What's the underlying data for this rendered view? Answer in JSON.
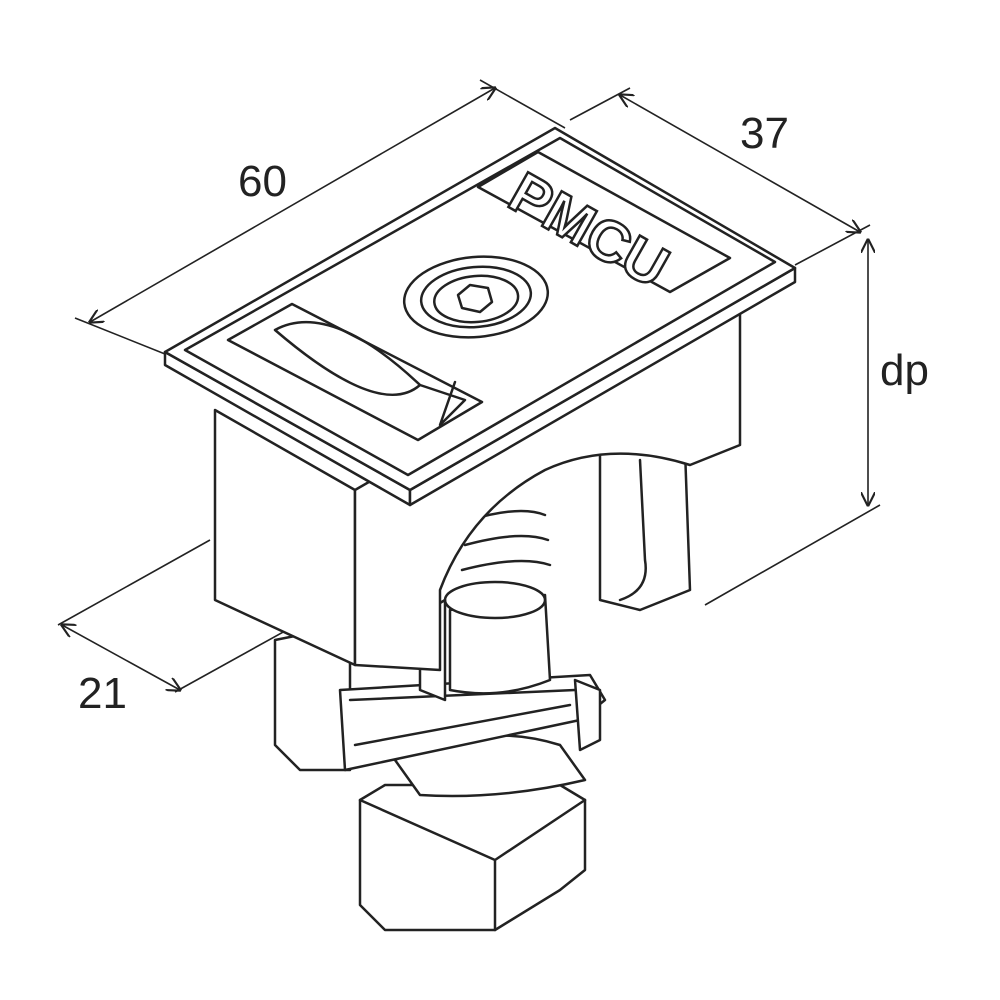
{
  "dimensions": {
    "length": "60",
    "width": "37",
    "depth": "dp",
    "height": "21"
  },
  "part_marking": "PMCU",
  "icons": [
    "fish-icon",
    "hex-socket-bolt-icon"
  ]
}
